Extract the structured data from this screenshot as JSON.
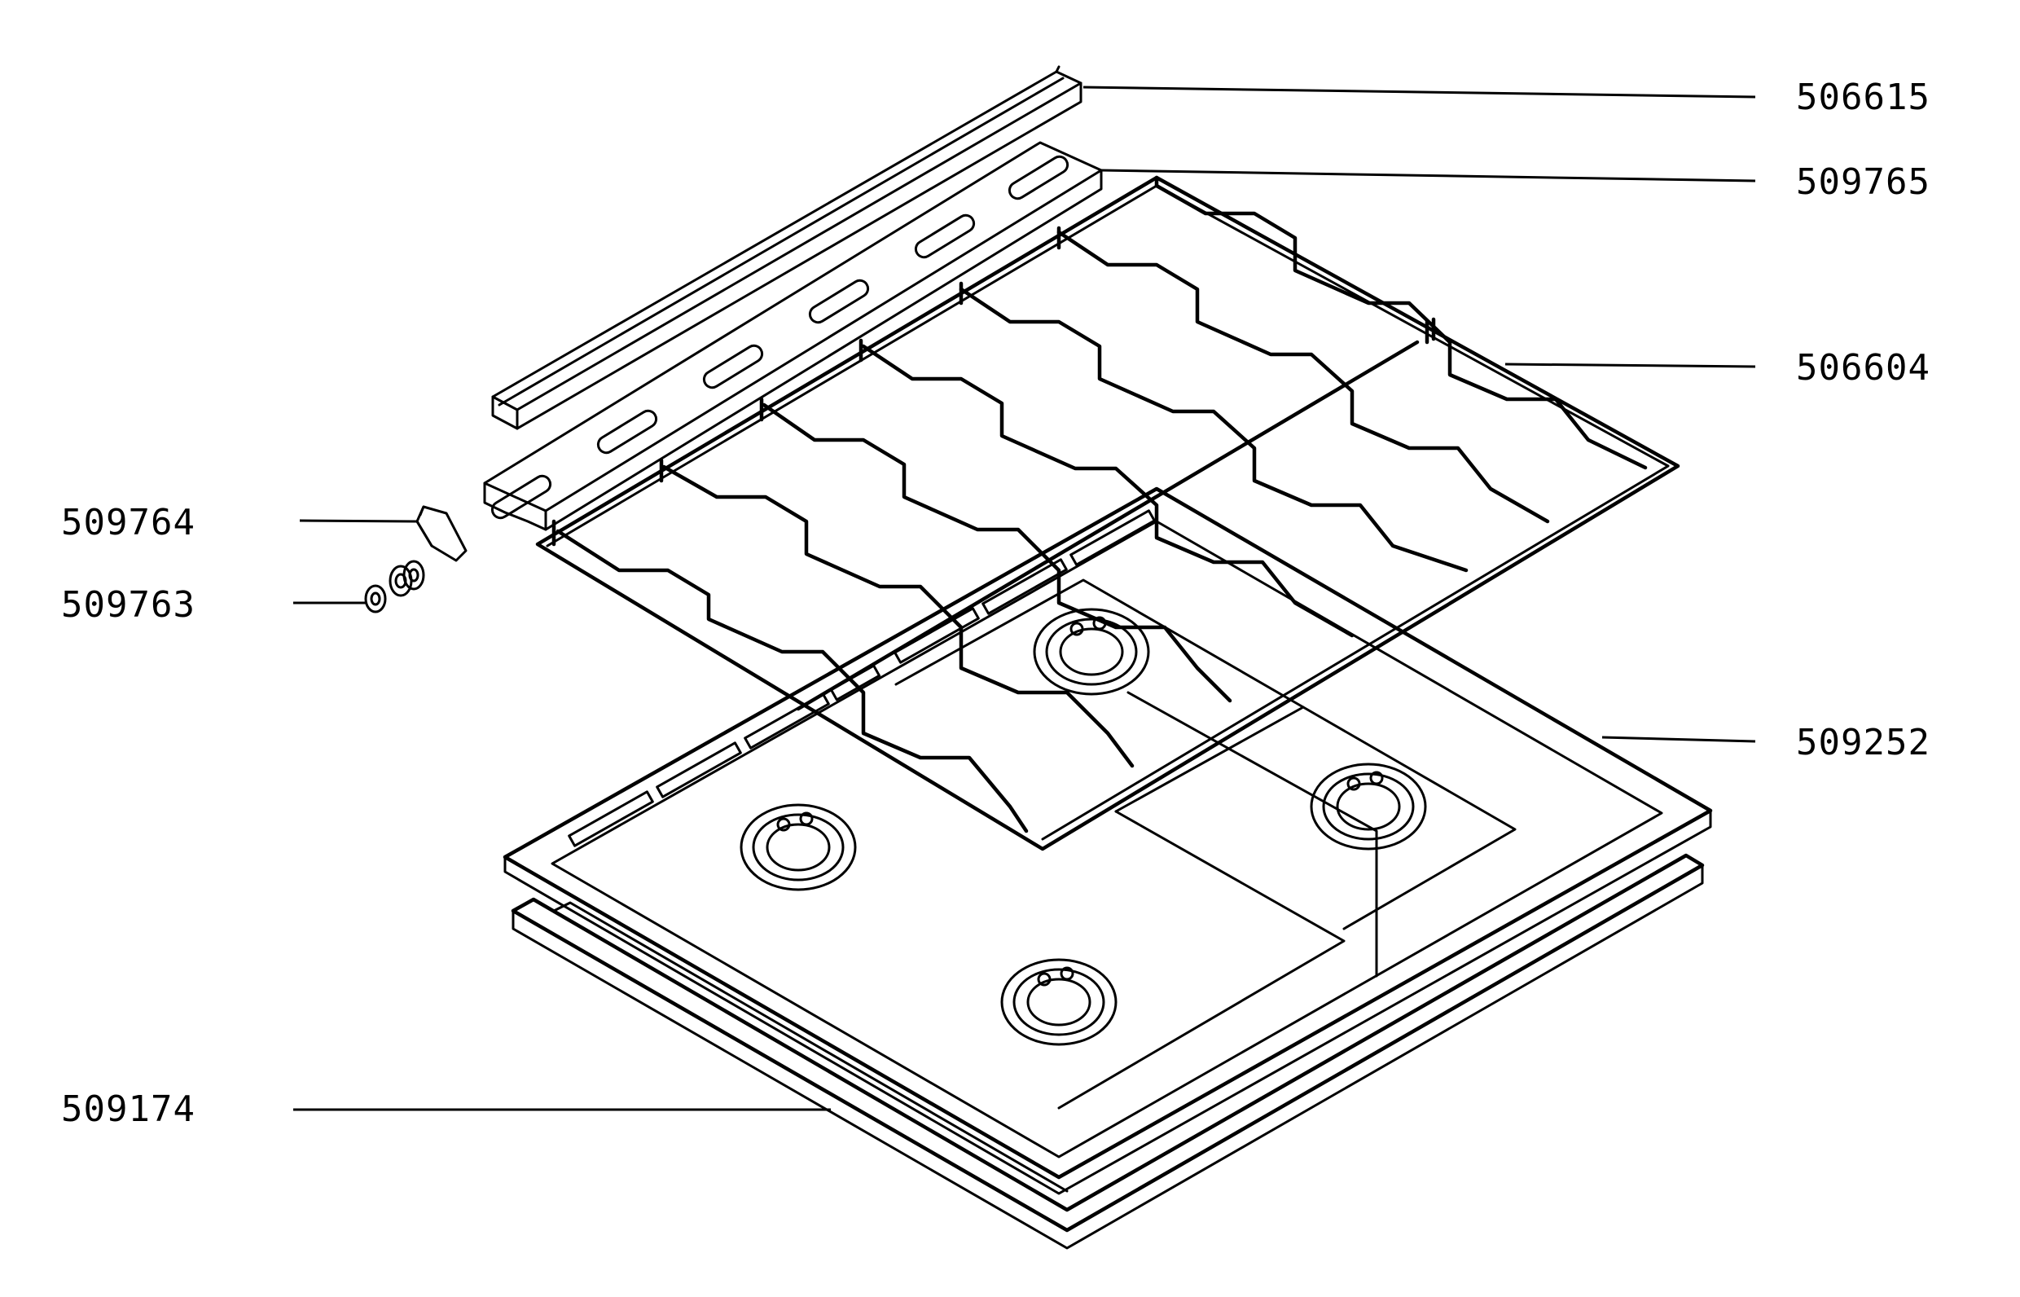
{
  "diagram": {
    "type": "exploded-parts-view",
    "parts": [
      {
        "id": "506615",
        "label": "506615"
      },
      {
        "id": "509765",
        "label": "509765"
      },
      {
        "id": "506604",
        "label": "506604"
      },
      {
        "id": "509764",
        "label": "509764"
      },
      {
        "id": "509763",
        "label": "509763"
      },
      {
        "id": "509252",
        "label": "509252"
      },
      {
        "id": "509174",
        "label": "509174"
      }
    ]
  }
}
